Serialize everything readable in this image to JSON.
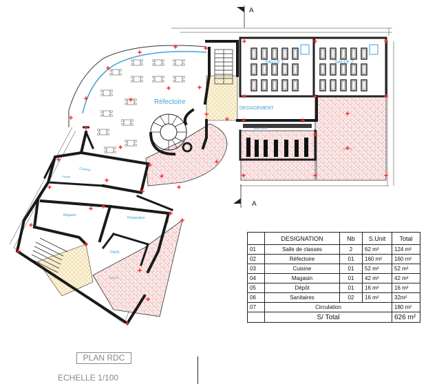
{
  "section_marks": {
    "top": "A",
    "bottom": "A"
  },
  "rooms": {
    "salle1": "SALLE 1",
    "salle2": "SALLE 2",
    "refectoire": "Réfectoire",
    "degagement": "DEGAGEMENT",
    "sanitaires": "SANITAIRE",
    "parvis": "PARVIS",
    "cuisine": "Cuisine",
    "plonge": "Plonge",
    "magasin": "Magasin",
    "preparation": "Préparation",
    "depot": "Dépôt",
    "parvis2": "PARVIS"
  },
  "schedule": {
    "headers": [
      "",
      "DESIGNATION",
      "Nb",
      "S.Unit",
      "Total"
    ],
    "rows": [
      {
        "num": "01",
        "name": "Salle de classes",
        "nb": "2",
        "unit": "62 m²",
        "total": "124 m²"
      },
      {
        "num": "02",
        "name": "Réfectoire",
        "nb": "01",
        "unit": "160 m²",
        "total": "160 m²"
      },
      {
        "num": "03",
        "name": "Cuisine",
        "nb": "01",
        "unit": "52 m²",
        "total": "52 m²"
      },
      {
        "num": "04",
        "name": "Magasin",
        "nb": "01",
        "unit": "42 m²",
        "total": "42 m²"
      },
      {
        "num": "05",
        "name": "Dépôt",
        "nb": "01",
        "unit": "16 m²",
        "total": "16 m²"
      },
      {
        "num": "06",
        "name": "Sanitaires",
        "nb": "02",
        "unit": "16 m²",
        "total": "32m²"
      }
    ],
    "circulation": {
      "num": "07",
      "name": "Circulation",
      "total": "180 m²"
    },
    "subtotal": {
      "label": "S/ Total",
      "total": "626 m²"
    }
  },
  "footer": {
    "title": "PLAN RDC",
    "scale": "ECHELLE 1/100"
  },
  "colors": {
    "wall": "#1a1a1a",
    "wall_hatch": "#c0392b",
    "marker": "#ff2a2a",
    "label": "#3ea0d8",
    "paving": "#e8a0a0",
    "furniture": "#777777"
  }
}
